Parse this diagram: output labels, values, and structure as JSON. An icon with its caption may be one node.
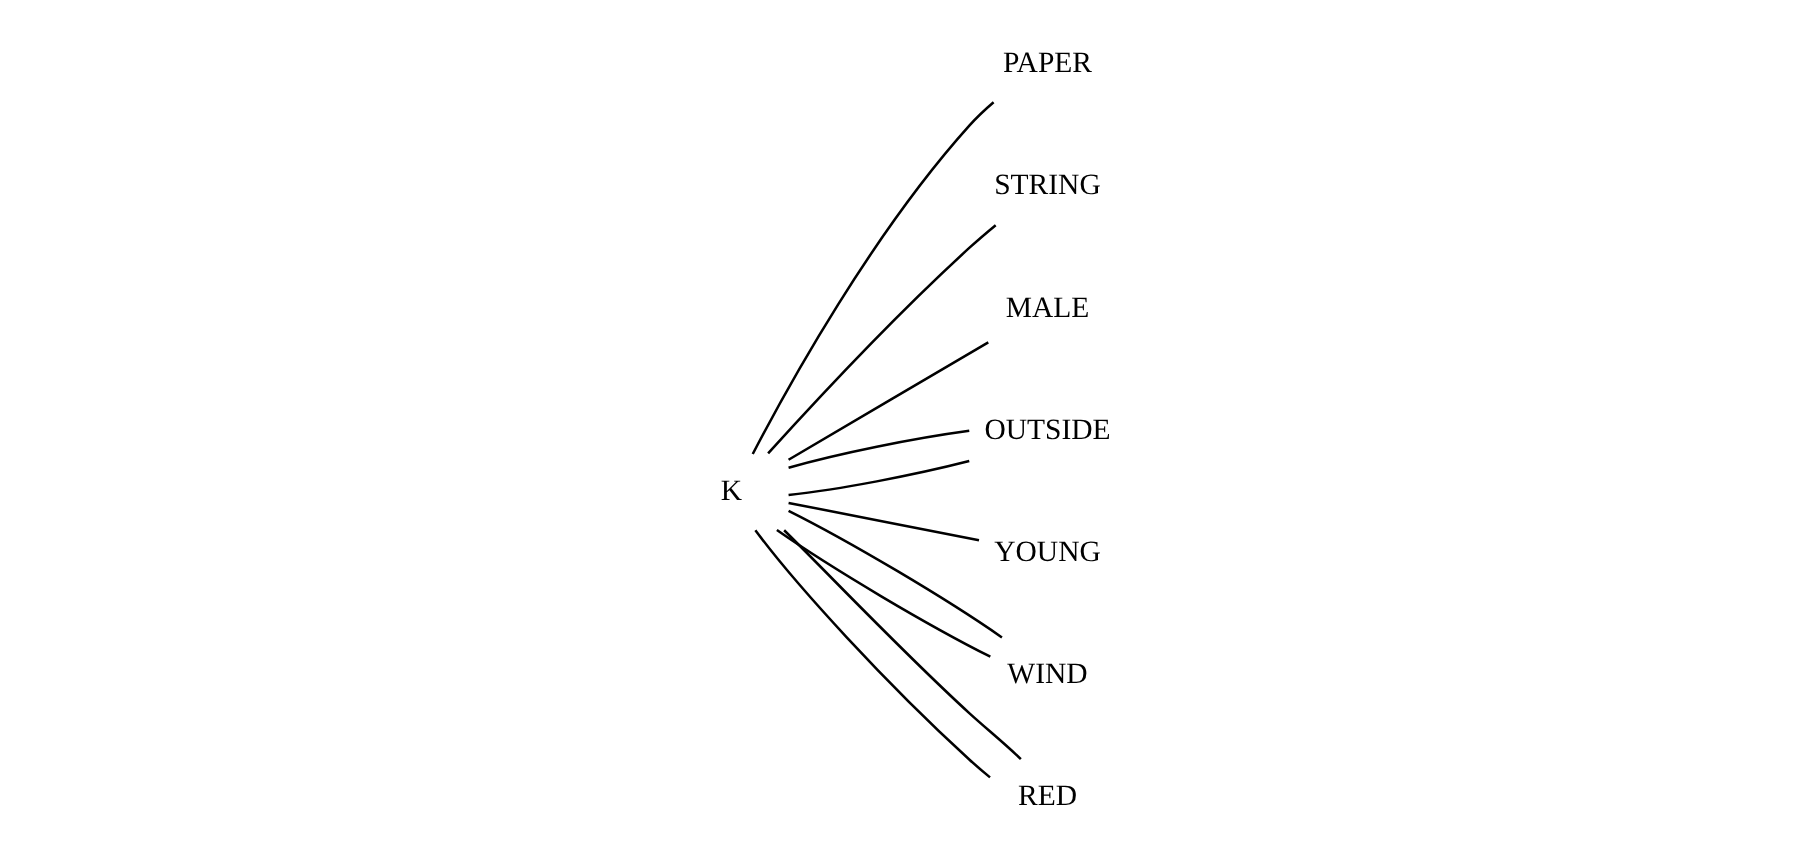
{
  "diagram": {
    "nodes": [
      {
        "text": [
          "K"
        ]
      },
      {
        "text": [
          "PAPER"
        ]
      },
      {
        "text": [
          "STRING"
        ]
      },
      {
        "text": [
          "MALE"
        ]
      },
      {
        "text": [
          "OUTSIDE"
        ]
      },
      {
        "text": [
          "YOUNG"
        ]
      },
      {
        "text": [
          "WIND"
        ]
      },
      {
        "text": [
          "RED"
        ]
      }
    ],
    "edges": [
      {
        "from": 0,
        "to": 1,
        "arrow": "none"
      },
      {
        "from": 0,
        "to": 2,
        "arrow": "none"
      },
      {
        "from": 0,
        "to": 3,
        "arrow": "none"
      },
      {
        "from": 0,
        "to": 4,
        "arrow": "none"
      },
      {
        "from": 0,
        "to": 5,
        "arrow": "none"
      },
      {
        "from": 0,
        "to": 6,
        "arrow": "none"
      },
      {
        "from": 0,
        "to": 7,
        "arrow": "none"
      },
      {
        "from": 0,
        "to": 7,
        "arrow": "none"
      },
      {
        "from": 0,
        "to": 6,
        "arrow": "none"
      },
      {
        "from": 0,
        "to": 4,
        "arrow": "none"
      }
    ]
  }
}
